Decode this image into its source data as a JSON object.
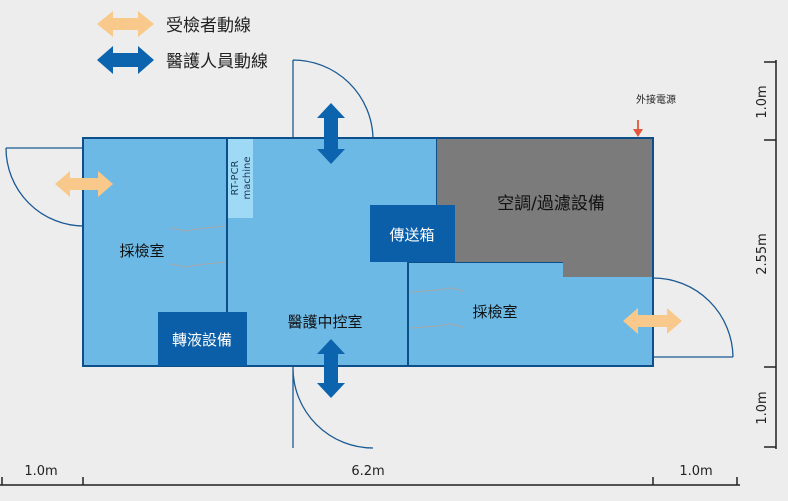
{
  "legend": {
    "patient_flow": "受檢者動線",
    "staff_flow": "醫護人員動線"
  },
  "colors": {
    "room_fill": "#6cb9e5",
    "room_stroke": "#0d4f8b",
    "dark_box": "#0b5ea8",
    "equipment": "#7b7b7c",
    "rtpcr_fill": "#9ed9f5",
    "orange_arrow": "#f8c98a",
    "blue_arrow": "#0b64ad",
    "power_marker": "#e2563c",
    "dimension_line": "#222222"
  },
  "rooms": {
    "left_sampling": "採檢室",
    "right_sampling": "採檢室",
    "control": "醫護中控室",
    "hvac": "空調/過濾設備",
    "pass_box": "傳送箱",
    "transfer": "轉液設備",
    "rtpcr_line1": "RT-PCR",
    "rtpcr_line2": "machine"
  },
  "power_label": "外接電源",
  "dimensions": {
    "left": "1.0m",
    "middle": "6.2m",
    "right": "1.0m",
    "top": "1.0m",
    "height": "2.55m",
    "bottom": "1.0m"
  }
}
